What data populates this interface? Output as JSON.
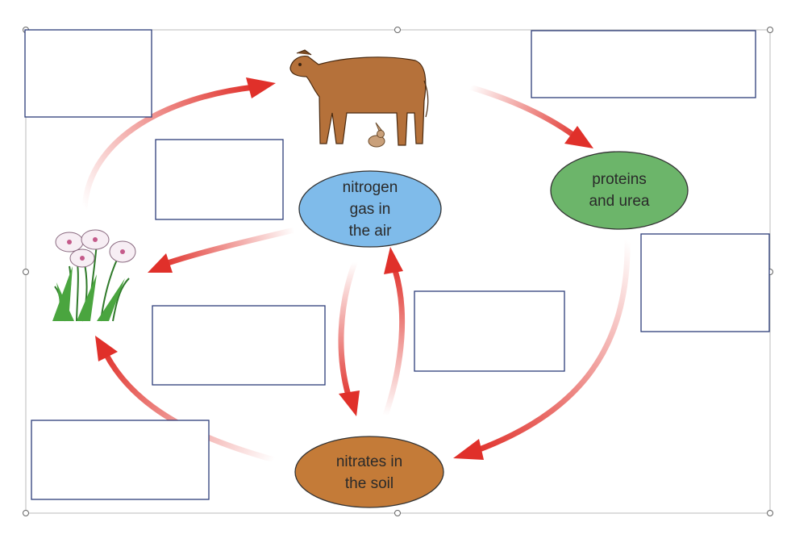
{
  "diagram": {
    "nodes": {
      "nitrogen": {
        "label_lines": [
          "nitrogen",
          "gas in",
          "the air"
        ],
        "color": "#7fbbea"
      },
      "proteins": {
        "label_lines": [
          "proteins",
          "and urea"
        ],
        "color": "#6cb56a"
      },
      "nitrates": {
        "label_lines": [
          "nitrates in",
          "the soil"
        ],
        "color": "#c47b38"
      }
    },
    "images": [
      "cow",
      "rabbit",
      "flowers"
    ],
    "empty_label_boxes": 7,
    "arrow_color": "#e0302a"
  }
}
